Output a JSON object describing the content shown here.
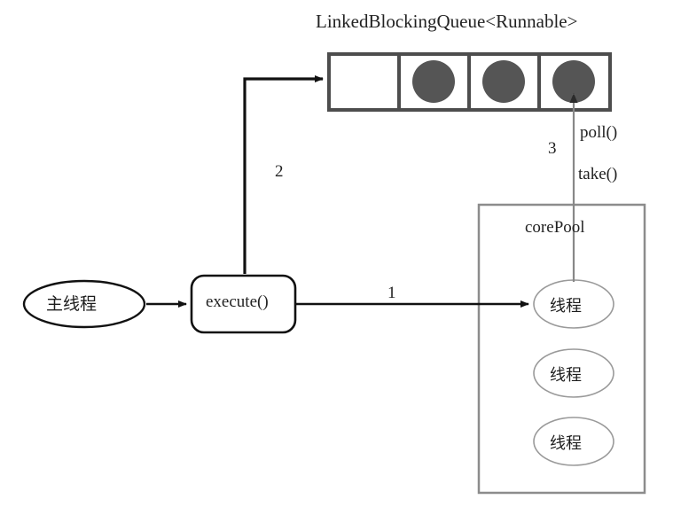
{
  "diagram": {
    "title": "LinkedBlockingQueue<Runnable>",
    "colors": {
      "queue_border": "#4d4d4d",
      "task_fill": "#555555",
      "pool_border": "#8c8c8c",
      "thread_border": "#9a9a9a",
      "arrow_black": "#111111",
      "arrow_gray": "#888888",
      "background": "#ffffff"
    },
    "queue": {
      "name": "LinkedBlockingQueue<Runnable>",
      "cells": [
        {
          "index": 0,
          "occupied": false,
          "task": ""
        },
        {
          "index": 1,
          "occupied": true,
          "task": "runnable-task"
        },
        {
          "index": 2,
          "occupied": true,
          "task": "runnable-task"
        },
        {
          "index": 3,
          "occupied": true,
          "task": "runnable-task"
        }
      ]
    },
    "nodes": {
      "main_thread": "主线程",
      "execute": "execute()",
      "pool_title": "corePool",
      "threads": [
        "线程",
        "线程",
        "线程"
      ]
    },
    "edges": [
      {
        "id": "edge-1",
        "label": "1",
        "from": "execute",
        "to": "thread-0"
      },
      {
        "id": "edge-2",
        "label": "2",
        "from": "execute",
        "to": "queue-cell-0"
      },
      {
        "id": "edge-3",
        "label": "3",
        "from": "thread-0",
        "to": "queue-cell-3"
      }
    ],
    "method_labels": {
      "poll": "poll()",
      "take": "take()"
    }
  }
}
